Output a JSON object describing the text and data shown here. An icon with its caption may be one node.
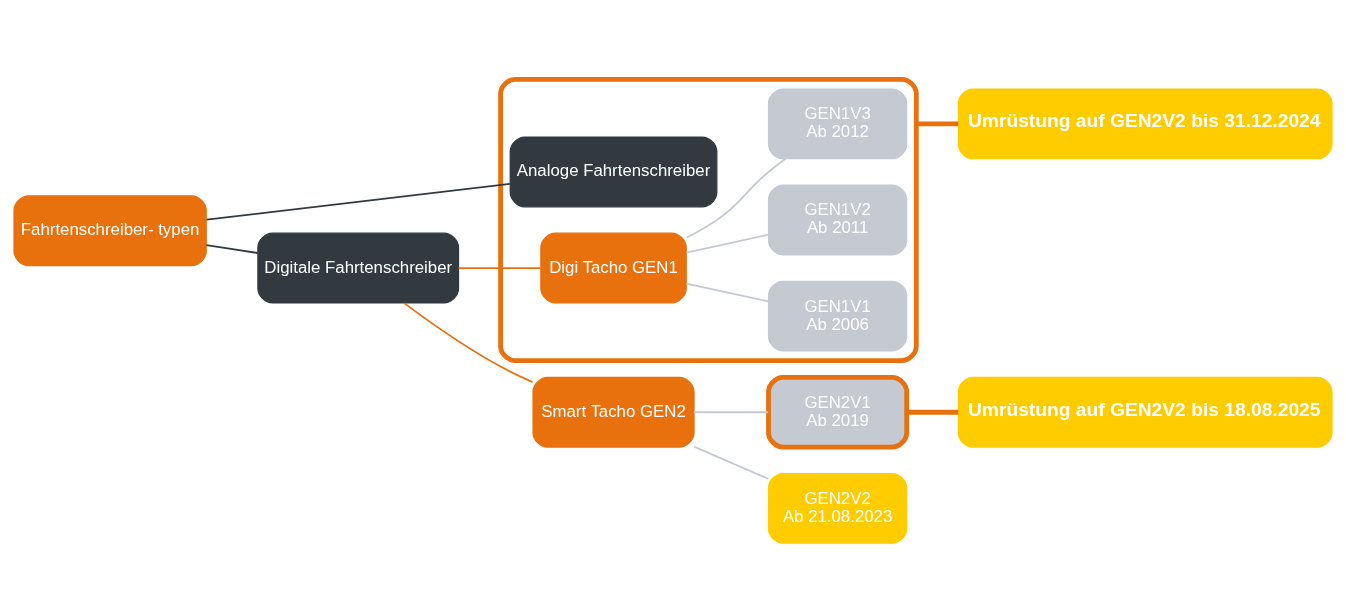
{
  "diagram": {
    "nodes": [
      {
        "text": [
          "Fahrtenschreiber- typen"
        ]
      },
      {
        "text": [],
        "shape": "box"
      },
      {
        "text": [
          "Analoge Fahrtenschreiber"
        ],
        "in": 1
      },
      {
        "text": [
          "Digi Tacho GEN1"
        ],
        "in": 1
      },
      {
        "text": [
          "GEN1V1",
          "Ab 2006"
        ],
        "in": 1
      },
      {
        "text": [
          "GEN1V2",
          "Ab 2011"
        ],
        "in": 1
      },
      {
        "text": [
          "GEN1V3",
          "Ab 2012"
        ],
        "in": 1
      },
      {
        "text": [
          "Umrüstung auf GEN2V2 bis 31.12.2024"
        ]
      },
      {
        "text": [
          "Digitale Fahrtenschreiber"
        ]
      },
      {
        "text": [
          "GEN2V1",
          "Ab 2019"
        ]
      },
      {
        "text": [
          "Umrüstung auf GEN2V2 bis 18.08.2025"
        ]
      },
      {
        "text": [
          "Smart Tacho GEN2"
        ]
      },
      {
        "text": [
          "GEN2V2",
          "Ab 21.08.2023"
        ]
      }
    ],
    "edges": [
      {
        "from": 0,
        "to": 2,
        "arrow": "none",
        "color": "#333a3f"
      },
      {
        "from": 0,
        "to": 8,
        "arrow": "none",
        "color": "#333a3f"
      },
      {
        "from": 8,
        "to": 3,
        "arrow": "none",
        "color": "#e8700d"
      },
      {
        "from": 8,
        "to": 11,
        "arrow": "none",
        "color": "#e8700d"
      },
      {
        "from": 3,
        "to": 4,
        "arrow": "none"
      },
      {
        "from": 3,
        "to": 5,
        "arrow": "none"
      },
      {
        "from": 3,
        "to": 6,
        "arrow": "none"
      },
      {
        "from": 1,
        "to": 7,
        "arrow": "none",
        "style": "thick",
        "color": "#e8700d"
      },
      {
        "from": 11,
        "to": 9,
        "arrow": "none"
      },
      {
        "from": 11,
        "to": 12,
        "arrow": "none"
      },
      {
        "from": 9,
        "to": 10,
        "arrow": "none",
        "style": "thick",
        "color": "#e8700d"
      }
    ]
  }
}
